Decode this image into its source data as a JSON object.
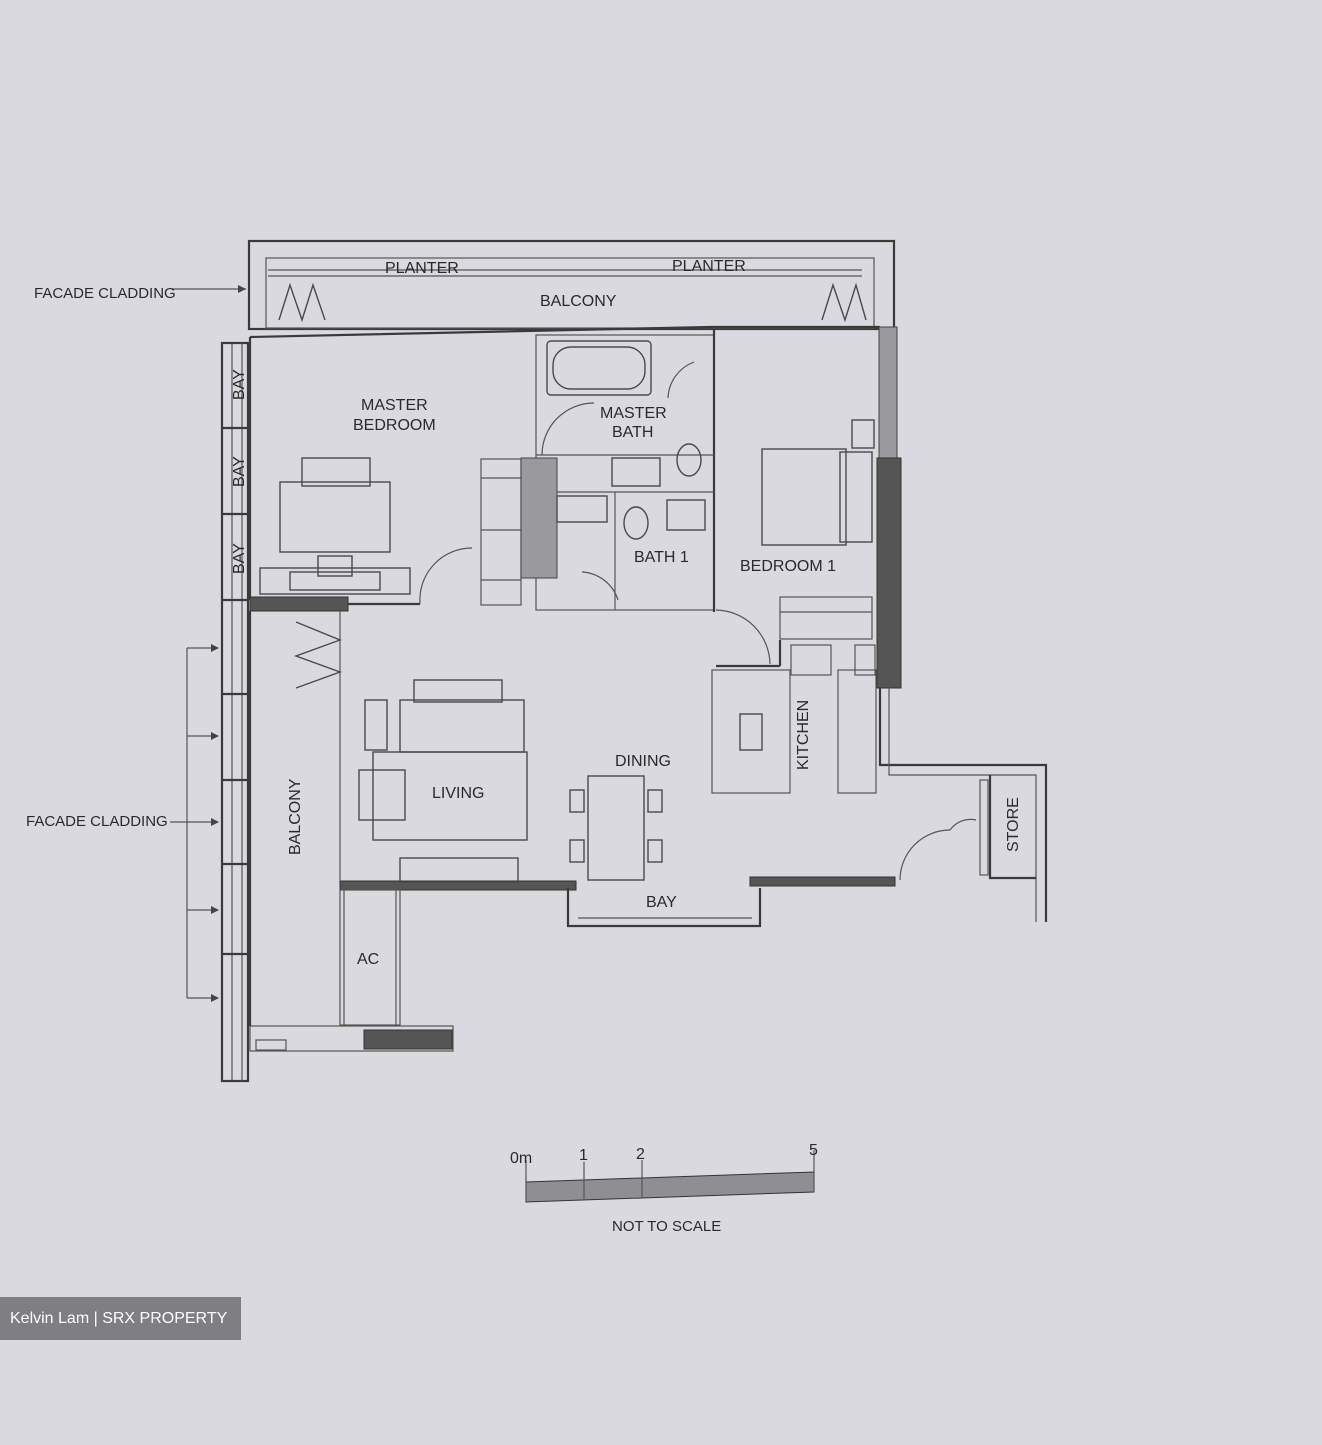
{
  "labels": {
    "facade_cladding_top": "FACADE CLADDING",
    "facade_cladding_left": "FACADE CLADDING",
    "planter_left": "PLANTER",
    "planter_right": "PLANTER",
    "balcony_top": "BALCONY",
    "balcony_left": "BALCONY",
    "master_bedroom_line1": "MASTER",
    "master_bedroom_line2": "BEDROOM",
    "master_bath_line1": "MASTER",
    "master_bath_line2": "BATH",
    "bath1": "BATH  1",
    "bedroom1": "BEDROOM  1",
    "bay_1": "BAY",
    "bay_2": "BAY",
    "bay_3": "BAY",
    "bay_bottom": "BAY",
    "kitchen": "KITCHEN",
    "dining": "DINING",
    "living": "LIVING",
    "store": "STORE",
    "ac": "AC"
  },
  "scale_bar": {
    "ticks": [
      "0m",
      "1",
      "2",
      "5"
    ],
    "note": "NOT TO SCALE"
  },
  "watermark": "Kelvin Lam | SRX PROPERTY"
}
